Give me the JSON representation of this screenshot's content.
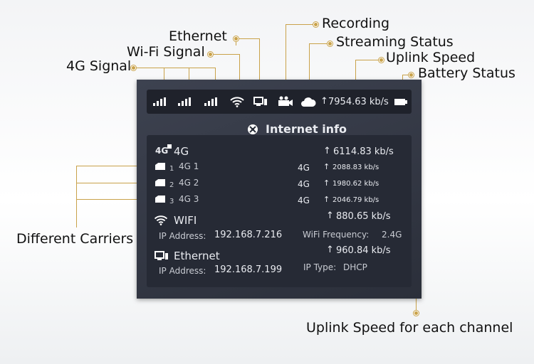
{
  "callouts": {
    "recording": "Recording",
    "ethernet": "Ethernet",
    "streaming_status": "Streaming Status",
    "wifi_signal": "Wi-Fi Signal",
    "uplink_speed": "Uplink Speed",
    "signal_4g": "4G Signal",
    "battery_status": "Battery Status",
    "different_carriers": "Different Carriers",
    "uplink_each_channel": "Uplink Speed for each channel"
  },
  "status_bar": {
    "total_uplink": "7954.63 kb/s",
    "icons": [
      "signal-icon",
      "signal-icon",
      "signal-icon",
      "wifi-icon",
      "ethernet-icon",
      "recording-icon",
      "cloud-icon",
      "upload-arrow-icon",
      "battery-icon"
    ]
  },
  "info": {
    "title": "Internet info",
    "four_g": {
      "label": "4G",
      "badge": "4G",
      "total_speed": "6114.83 kb/s",
      "carriers": [
        {
          "index": "1",
          "name": "4G 1",
          "type": "4G",
          "speed": "2088.83 kb/s"
        },
        {
          "index": "2",
          "name": "4G 2",
          "type": "4G",
          "speed": "1980.62 kb/s"
        },
        {
          "index": "3",
          "name": "4G 3",
          "type": "4G",
          "speed": "2046.79 kb/s"
        }
      ]
    },
    "wifi": {
      "label": "WIFI",
      "speed": "880.65 kb/s",
      "ip_label": "IP Address:",
      "ip": "192.168.7.216",
      "freq_label": "WiFi Frequency:",
      "freq": "2.4G"
    },
    "ethernet": {
      "label": "Ethernet",
      "speed": "960.84 kb/s",
      "ip_label": "IP Address:",
      "ip": "192.168.7.199",
      "type_label": "IP Type:",
      "type": "DHCP"
    }
  }
}
